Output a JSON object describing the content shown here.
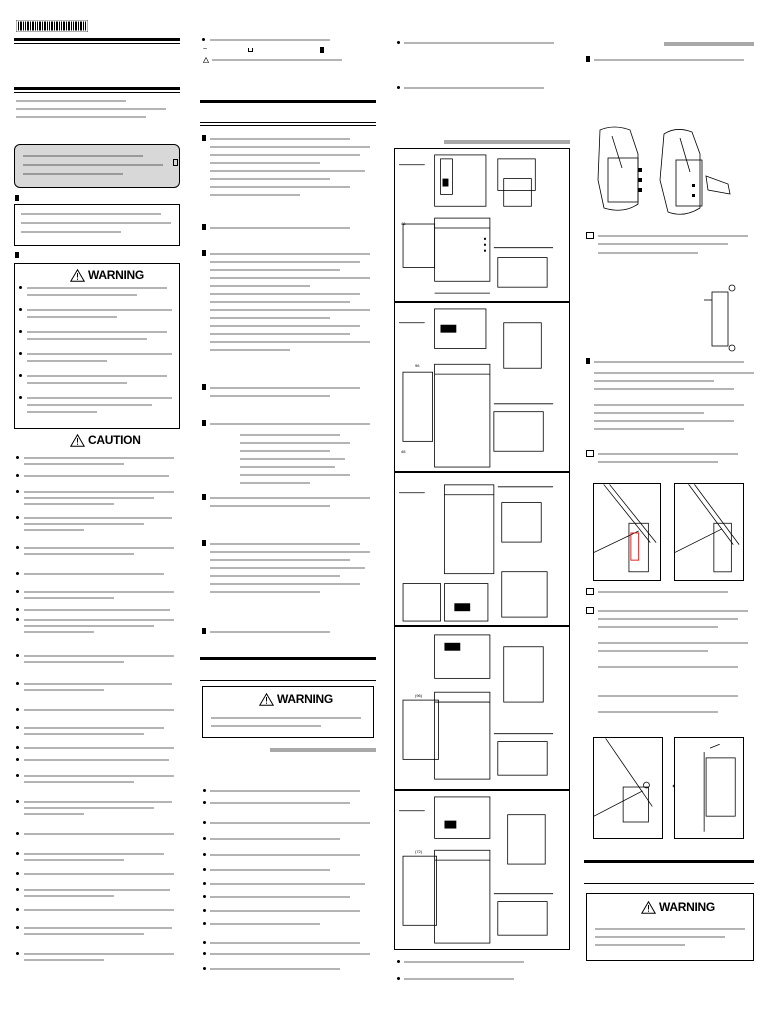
{
  "signal_words": {
    "warning": "WARNING",
    "caution": "CAUTION"
  },
  "dimension_labels": {
    "d1": "48",
    "d2": "96",
    "d3": "(96)",
    "d4": "(72)"
  }
}
